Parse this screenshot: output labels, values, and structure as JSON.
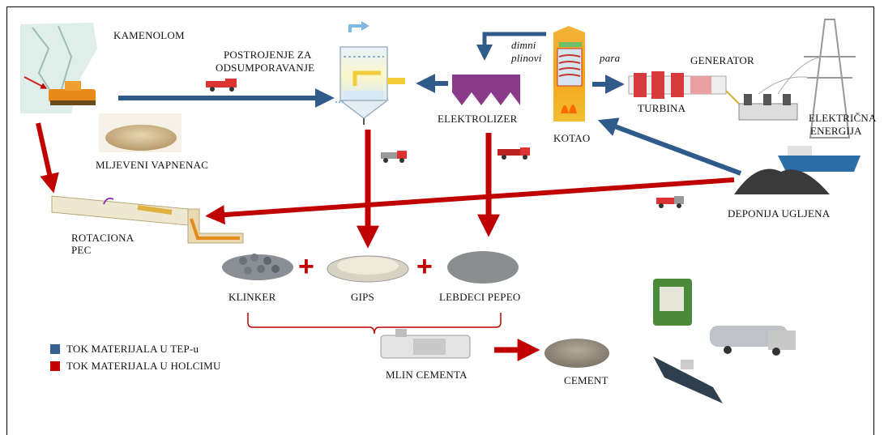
{
  "colors": {
    "blue_flow": "#2f5b8a",
    "red_flow": "#c00000",
    "legend_blue": "#376092",
    "legend_red": "#c00000"
  },
  "nodes": {
    "kamenolom": "KAMENOLOM",
    "postrojenje_line1": "POSTROJENJE ZA",
    "postrojenje_line2": "ODSUMPORAVANJE",
    "dimni_plinovi_line1": "dimni",
    "dimni_plinovi_line2": "plinovi",
    "para": "para",
    "generator": "GENERATOR",
    "elektrolizer": "ELEKTROLIZER",
    "turbina": "TURBINA",
    "kotao": "KOTAO",
    "elektricna_line1": "ELEKTRIČNA",
    "elektricna_line2": "ENERGIJA",
    "mljeveni_vapnenac": "MLJEVENI VAPNENAC",
    "deponija_ugljena": "DEPONIJA UGLJENA",
    "rotaciona_line1": "ROTACIONA",
    "rotaciona_line2": "PEC",
    "klinker": "KLINKER",
    "gips": "GIPS",
    "lebdeci_pepeo": "LEBDECI PEPEO",
    "mlin_cementa": "MLIN CEMENTA",
    "cement": "CEMENT"
  },
  "operators": {
    "plus1": "+",
    "plus2": "+"
  },
  "legend": {
    "blue_label": "TOK MATERIJALA U TEP-u",
    "red_label": "TOK MATERIJALA U HOLCIMU"
  }
}
